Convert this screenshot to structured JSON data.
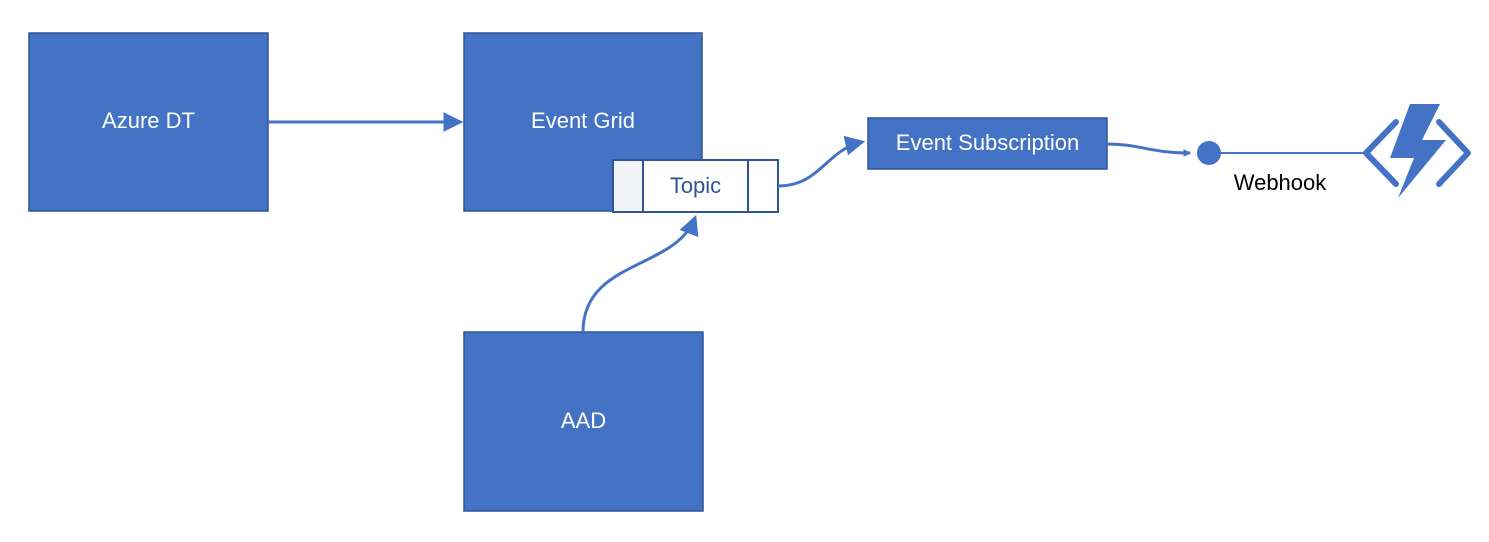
{
  "colors": {
    "box_fill": "#4472c4",
    "box_border": "#2f5597",
    "topic_fill": "#ffffff",
    "topic_border": "#2f5597",
    "topic_text": "#2f5597",
    "connector": "#4472c4",
    "label_text": "#000000"
  },
  "nodes": {
    "azure_dt": {
      "label": "Azure DT"
    },
    "event_grid": {
      "label": "Event Grid"
    },
    "topic": {
      "label": "Topic"
    },
    "aad": {
      "label": "AAD"
    },
    "event_subscription": {
      "label": "Event Subscription"
    },
    "webhook": {
      "label": "Webhook"
    }
  },
  "icons": {
    "azure_function": "azure-function-icon"
  },
  "edges": [
    {
      "from": "Azure DT",
      "to": "Event Grid"
    },
    {
      "from": "AAD",
      "to": "Topic"
    },
    {
      "from": "Topic",
      "to": "Event Subscription"
    },
    {
      "from": "Event Subscription",
      "to": "Webhook"
    },
    {
      "from": "Webhook",
      "to": "Azure Function"
    }
  ]
}
